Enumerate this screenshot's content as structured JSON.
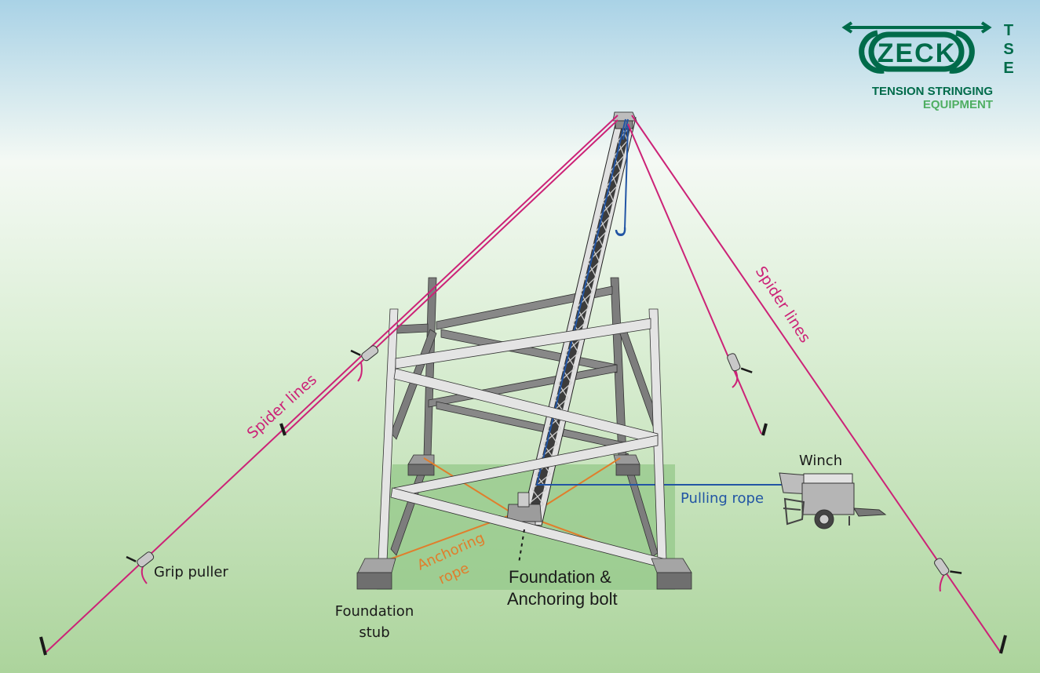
{
  "diagram": {
    "title": "Tower erection with gin pole and spider lines",
    "colors": {
      "sky_top": "#a9d2e6",
      "sky_mid": "#f4f9f4",
      "ground": "#acd49c",
      "foundation_area": "#94c88a",
      "spider_line": "#cc2277",
      "pulling_rope": "#2255a4",
      "anchoring_rope": "#e07e2c",
      "steel_light": "#e4e4e4",
      "steel_dark": "#7a7a7a",
      "logo_dark": "#006b4a",
      "logo_light": "#4fae62"
    },
    "labels": {
      "spider_lines_left": "Spider lines",
      "spider_lines_right": "Spider lines",
      "grip_puller": "Grip puller",
      "foundation_stub_line1": "Foundation",
      "foundation_stub_line2": "stub",
      "anchoring_rope_line1": "Anchoring",
      "anchoring_rope_line2": "rope",
      "foundation_bolt_line1": "Foundation &",
      "foundation_bolt_line2": "Anchoring bolt",
      "winch": "Winch",
      "pulling_rope": "Pulling rope"
    },
    "logo": {
      "brand": "ZECK",
      "side_letters": [
        "T",
        "S",
        "E"
      ],
      "tagline_line1": "TENSION STRINGING",
      "tagline_line2": "EQUIPMENT"
    },
    "components": [
      "lattice-tower-section",
      "gin-pole",
      "spider-lines",
      "grip-pullers",
      "ground-anchors",
      "foundation-stubs",
      "anchoring-ropes",
      "foundation-anchoring-bolt",
      "pulling-rope",
      "winch-trailer",
      "lifting-hook"
    ]
  }
}
